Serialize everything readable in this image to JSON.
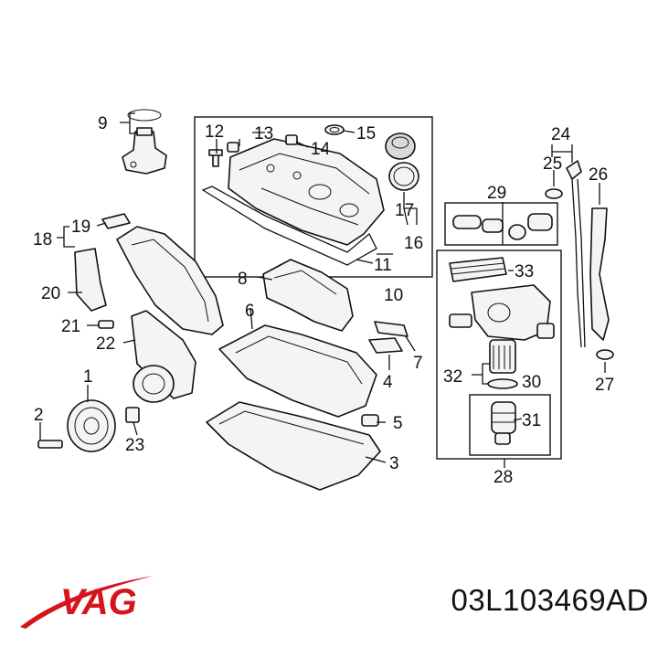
{
  "brand": "VAG",
  "part_number": "03L103469AD",
  "callouts": [
    "1",
    "2",
    "3",
    "4",
    "5",
    "6",
    "7",
    "8",
    "9",
    "10",
    "11",
    "12",
    "13",
    "14",
    "15",
    "16",
    "17",
    "18",
    "19",
    "20",
    "21",
    "22",
    "23",
    "24",
    "25",
    "26",
    "27",
    "28",
    "29",
    "30",
    "31",
    "32",
    "33"
  ],
  "colors": {
    "brand_red": "#d4151b",
    "ink": "#111111",
    "background": "#ffffff"
  }
}
